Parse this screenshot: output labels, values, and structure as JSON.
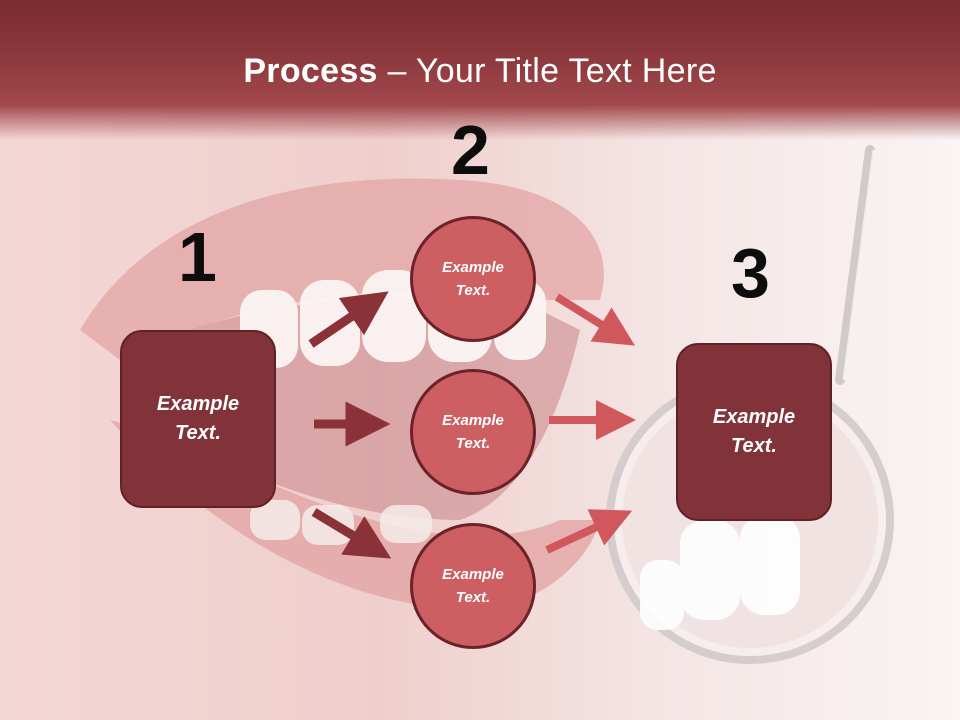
{
  "slide": {
    "title_bold": "Process",
    "title_rest": " – Your Title Text Here",
    "steps": [
      {
        "number": "1",
        "text": [
          "Example",
          "Text."
        ]
      },
      {
        "number": "2",
        "items": [
          {
            "text": [
              "Example",
              "Text."
            ]
          },
          {
            "text": [
              "Example",
              "Text."
            ]
          },
          {
            "text": [
              "Example",
              "Text."
            ]
          }
        ]
      },
      {
        "number": "3",
        "text": [
          "Example",
          "Text."
        ]
      }
    ]
  },
  "colors": {
    "header": "#8f3a3f",
    "box": "#82333a",
    "circle": "#cd5e62",
    "arrow_dark": "#8a3238",
    "arrow_light": "#d0585c"
  }
}
